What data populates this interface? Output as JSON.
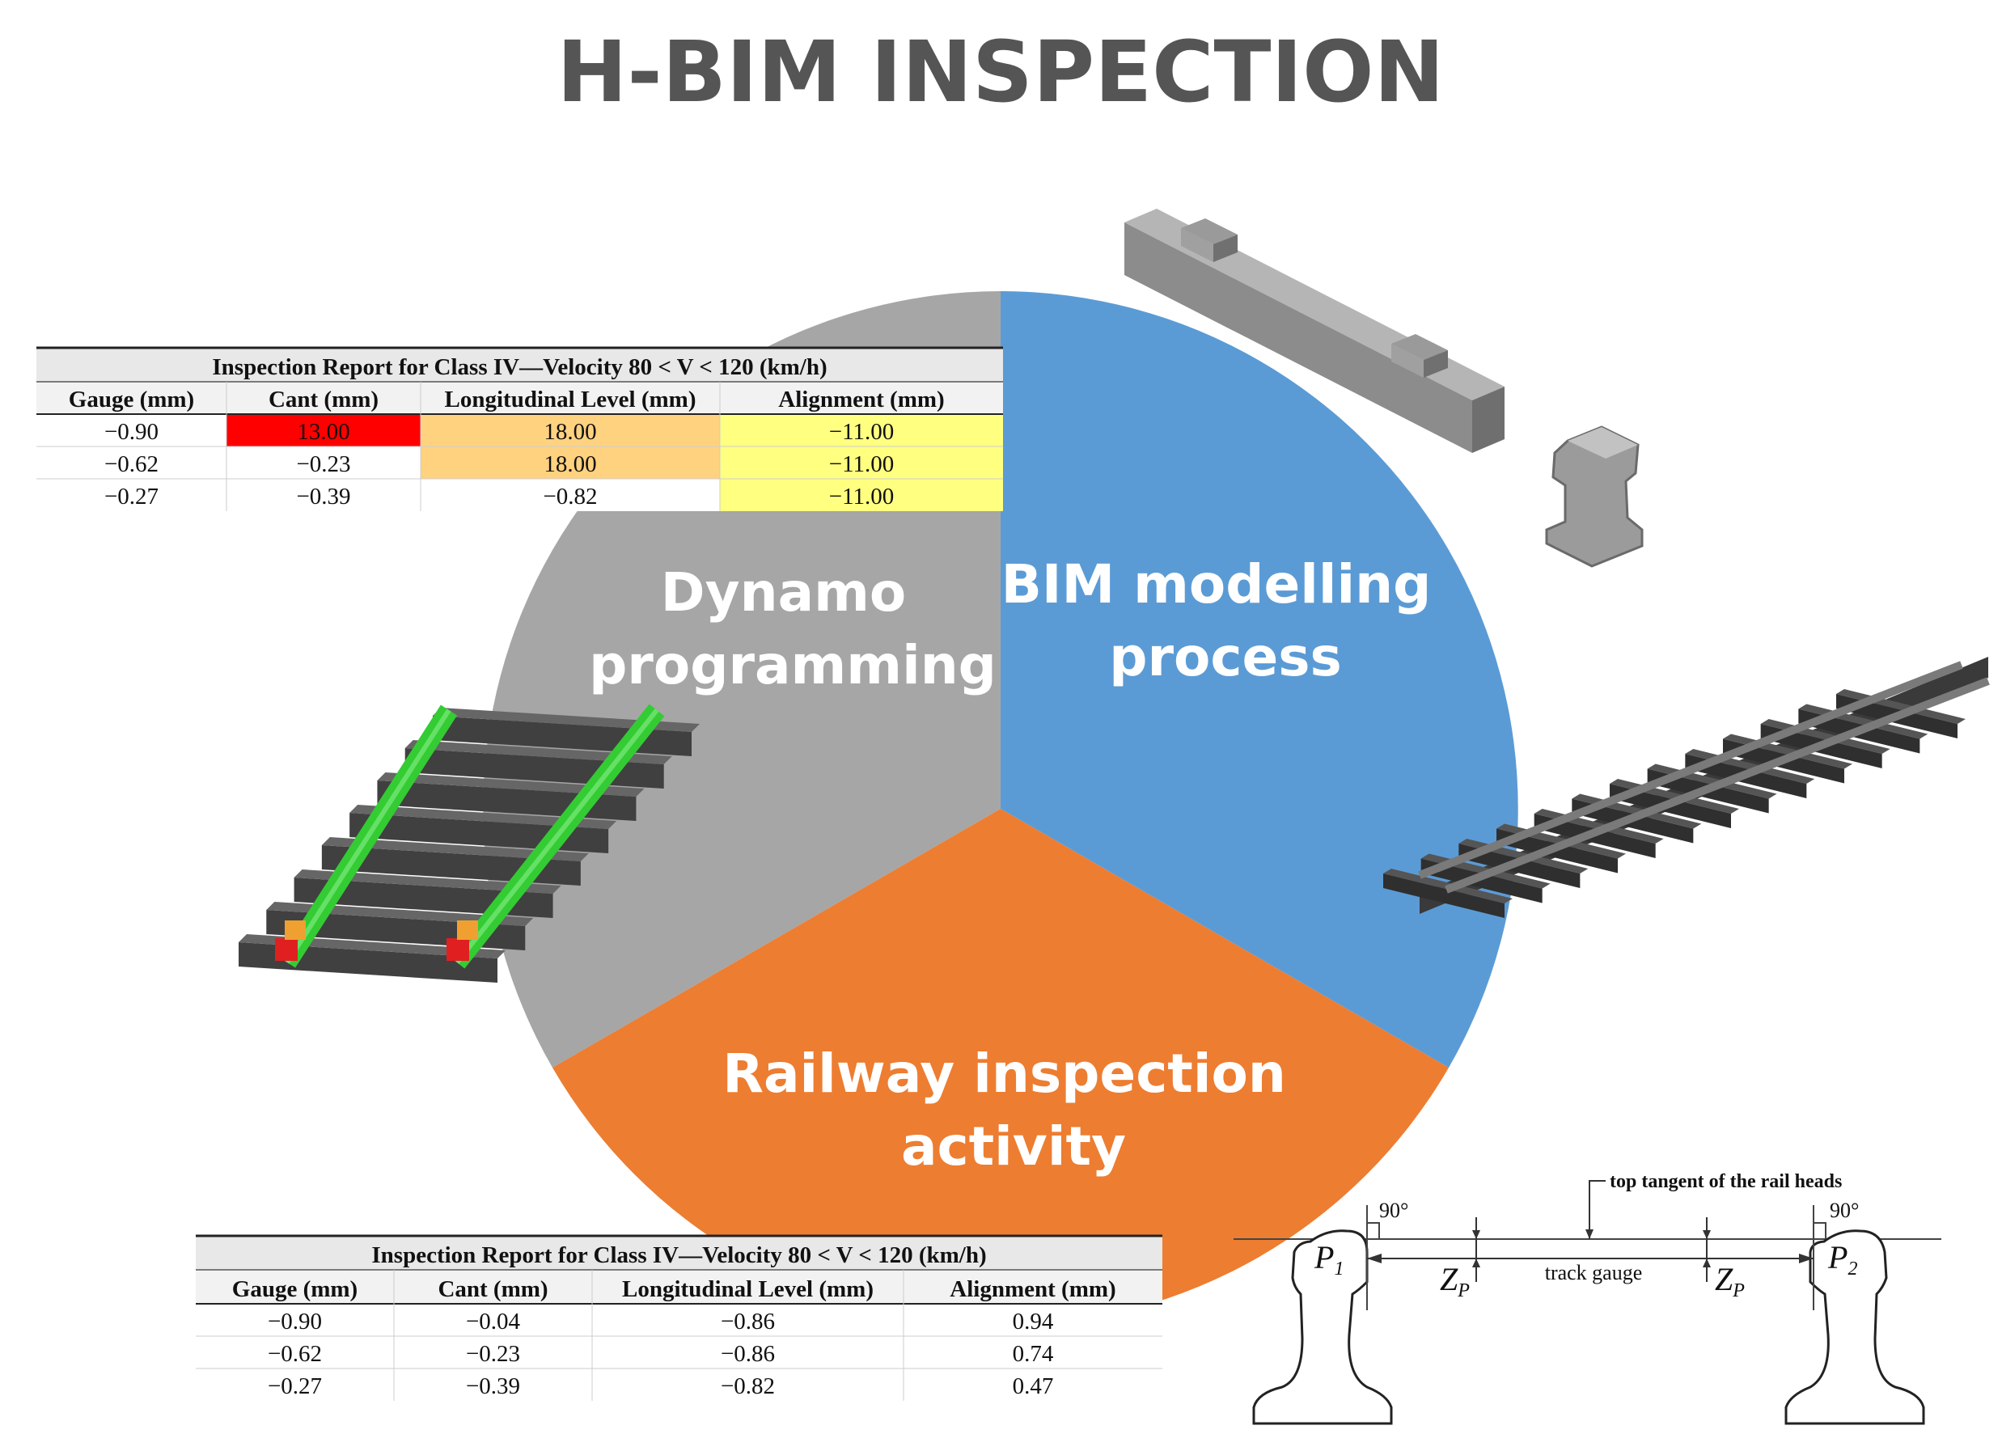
{
  "title": "H-BIM INSPECTION",
  "colors": {
    "dynamo": "#a6a6a6",
    "bim": "#5b9bd5",
    "railway": "#ed7d31",
    "title": "#555555",
    "cell_red": "#ff0000",
    "cell_orange": "#ffd280",
    "cell_yellow": "#ffff80",
    "rail_green": "#33cc33"
  },
  "segments": {
    "dynamo": {
      "line1": "Dynamo",
      "line2": "programming"
    },
    "bim": {
      "line1": "BIM modelling",
      "line2": "process"
    },
    "railway": {
      "line1": "Railway inspection",
      "line2": "activity"
    }
  },
  "report_top": {
    "title": "Inspection Report for Class IV—Velocity 80 < V < 120 (km/h)",
    "headers": [
      "Gauge (mm)",
      "Cant (mm)",
      "Longitudinal Level (mm)",
      "Alignment (mm)"
    ],
    "rows": [
      [
        "−0.90",
        "13.00",
        "18.00",
        "−11.00"
      ],
      [
        "−0.62",
        "−0.23",
        "18.00",
        "−11.00"
      ],
      [
        "−0.27",
        "−0.39",
        "−0.82",
        "−11.00"
      ]
    ],
    "highlights": [
      [
        "none",
        "red",
        "orange",
        "yellow"
      ],
      [
        "none",
        "none",
        "orange",
        "yellow"
      ],
      [
        "none",
        "none",
        "none",
        "yellow"
      ]
    ]
  },
  "report_bottom": {
    "title": "Inspection Report for Class IV—Velocity 80 < V < 120 (km/h)",
    "headers": [
      "Gauge (mm)",
      "Cant (mm)",
      "Longitudinal Level (mm)",
      "Alignment (mm)"
    ],
    "rows": [
      [
        "−0.90",
        "−0.04",
        "−0.86",
        "0.94"
      ],
      [
        "−0.62",
        "−0.23",
        "−0.86",
        "0.74"
      ],
      [
        "−0.27",
        "−0.39",
        "−0.82",
        "0.47"
      ]
    ]
  },
  "gauge_diagram": {
    "top_label": "top tangent of the rail heads",
    "angle_left": "90°",
    "angle_right": "90°",
    "track_label": "track gauge",
    "p1": "P",
    "p1_sub": "1",
    "p2": "P",
    "p2_sub": "2",
    "z_left": "Z",
    "z_left_sub": "P",
    "z_right": "Z",
    "z_right_sub": "P"
  },
  "icons": [
    "sleeper-block-icon",
    "rail-profile-icon",
    "track-segment-icon",
    "green-rail-track-icon"
  ]
}
